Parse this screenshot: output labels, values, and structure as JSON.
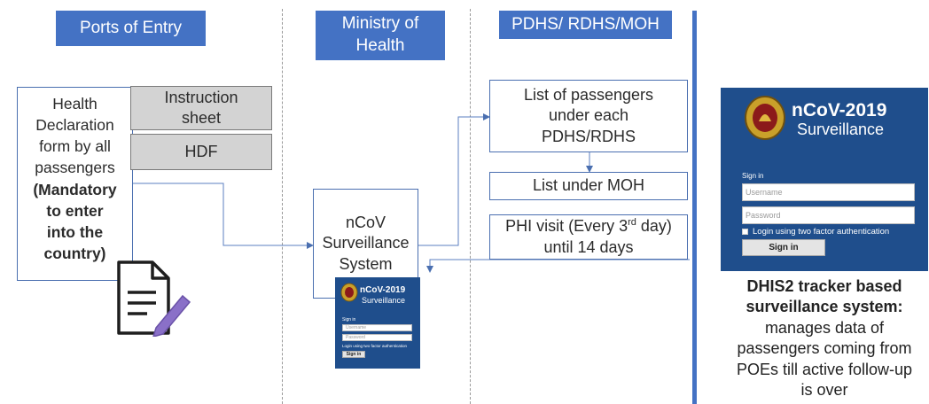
{
  "headers": {
    "ports_of_entry": "Ports of Entry",
    "ministry_of_health": "Ministry of Health",
    "pdhs_rdhs_moh": "PDHS/ RDHS/MOH"
  },
  "health_declaration": {
    "line1": "Health",
    "line2": "Declaration",
    "line3": "form by all",
    "line4": "passengers",
    "bold_line1": "(Mandatory",
    "bold_line2": "to enter",
    "bold_line3": "into the",
    "bold_line4": "country)"
  },
  "instruction_sheet": "Instruction sheet",
  "hdf": "HDF",
  "ncov_system": {
    "line1": "nCoV",
    "line2": "Surveillance",
    "line3": "System"
  },
  "list_passengers": {
    "line1": "List of passengers",
    "line2": "under each",
    "line3": "PDHS/RDHS"
  },
  "list_moh": "List under MOH",
  "phi_visit": {
    "before": "PHI visit (Every 3",
    "sup": "rd",
    "after": " day)",
    "line2": "until 14 days"
  },
  "login": {
    "brand_line1": "nCoV-2019",
    "brand_line2": "Surveillance",
    "sign_in_heading": "Sign in",
    "username_placeholder": "Username",
    "password_placeholder": "Password",
    "two_factor_label": "Login using two factor authentication",
    "sign_in_button": "Sign in"
  },
  "dhis2": {
    "bold_line1": "DHIS2 tracker based",
    "bold_line2": "surveillance system:",
    "line1": "manages data of",
    "line2": "passengers coming from",
    "line3": "POEs till active follow-up",
    "line4": "is over"
  },
  "colors": {
    "header_blue": "#4472c4",
    "login_blue": "#1f4e8c",
    "divider_blue": "#4472c4"
  },
  "icons": [
    "document-pen-icon",
    "sri-lanka-emblem-icon"
  ]
}
